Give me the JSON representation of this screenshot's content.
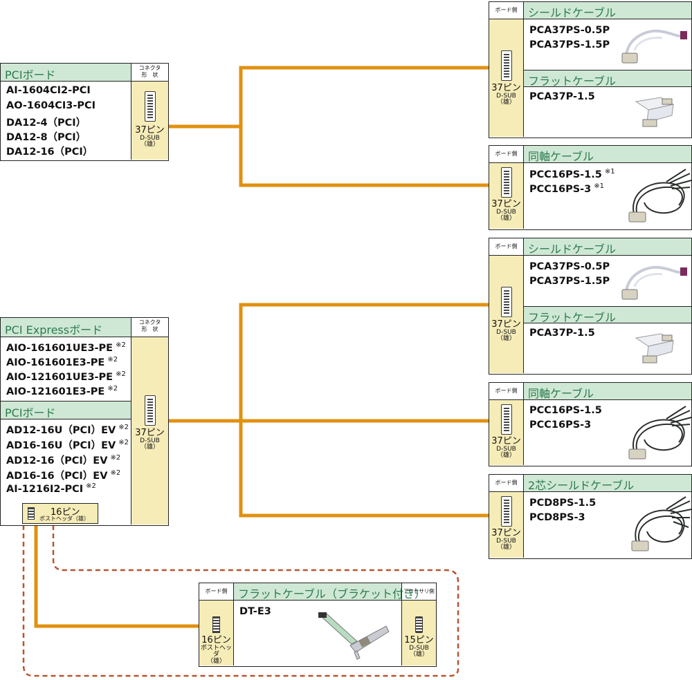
{
  "colors": {
    "line": "#e2900f",
    "dashed": "#b5542f",
    "header": "#cfe8d5",
    "connector_bg": "#f6ecb8",
    "header_text": "#2c7a4e"
  },
  "pci_board": {
    "title": "PCIボード",
    "connector_header": "コネクタ\n形　状",
    "items": [
      "AI-1604CI2-PCI",
      "AO-1604CI3-PCI",
      "DA12-4（PCI）",
      "DA12-8（PCI）",
      "DA12-16（PCI）"
    ],
    "connector": {
      "pins": "37ピン",
      "type": "D-SUB",
      "gender": "（雄）"
    }
  },
  "pcie_board": {
    "title": "PCI Expressボード",
    "connector_header": "コネクタ\n形　状",
    "items": [
      {
        "name": "AIO-161601UE3-PE",
        "note": "※2"
      },
      {
        "name": "AIO-161601E3-PE",
        "note": "※2"
      },
      {
        "name": "AIO-121601UE3-PE",
        "note": "※2"
      },
      {
        "name": "AIO-121601E3-PE",
        "note": "※2"
      }
    ],
    "pci_subtitle": "PCIボード",
    "pci_items": [
      {
        "name": "AD12-16U（PCI）EV",
        "note": "※2"
      },
      {
        "name": "AD16-16U（PCI）EV",
        "note": "※2"
      },
      {
        "name": "AD12-16（PCI）EV",
        "note": "※2"
      },
      {
        "name": "AD16-16（PCI）EV",
        "note": "※2"
      },
      {
        "name": "AI-1216I2-PCI",
        "note": "※2"
      }
    ],
    "connector": {
      "pins": "37ピン",
      "type": "D-SUB",
      "gender": "（雄）"
    },
    "post_header": {
      "pins": "16ピン",
      "label": "ポストヘッダ（雄）"
    }
  },
  "cable_groups": [
    {
      "id": "g1",
      "board_side": "ボード側",
      "connector": {
        "pins": "37ピン",
        "type": "D-SUB",
        "gender": "（雄）"
      },
      "sections": [
        {
          "title": "シールドケーブル",
          "items": [
            {
              "name": "PCA37PS-0.5P",
              "note": ""
            },
            {
              "name": "PCA37PS-1.5P",
              "note": ""
            }
          ],
          "icon": "shield-cable-icon"
        },
        {
          "title": "フラットケーブル",
          "items": [
            {
              "name": "PCA37P-1.5",
              "note": ""
            }
          ],
          "icon": "flat-cable-icon"
        }
      ]
    },
    {
      "id": "g2",
      "board_side": "ボード側",
      "connector": {
        "pins": "37ピン",
        "type": "D-SUB",
        "gender": "（雄）"
      },
      "sections": [
        {
          "title": "同軸ケーブル",
          "items": [
            {
              "name": "PCC16PS-1.5",
              "note": "※1"
            },
            {
              "name": "PCC16PS-3",
              "note": "※1"
            }
          ],
          "icon": "coax-cable-icon"
        }
      ]
    },
    {
      "id": "g3",
      "board_side": "ボード側",
      "connector": {
        "pins": "37ピン",
        "type": "D-SUB",
        "gender": "（雄）"
      },
      "sections": [
        {
          "title": "シールドケーブル",
          "items": [
            {
              "name": "PCA37PS-0.5P",
              "note": ""
            },
            {
              "name": "PCA37PS-1.5P",
              "note": ""
            }
          ],
          "icon": "shield-cable-icon"
        },
        {
          "title": "フラットケーブル",
          "items": [
            {
              "name": "PCA37P-1.5",
              "note": ""
            }
          ],
          "icon": "flat-cable-icon"
        }
      ]
    },
    {
      "id": "g4",
      "board_side": "ボード側",
      "connector": {
        "pins": "37ピン",
        "type": "D-SUB",
        "gender": "（雄）"
      },
      "sections": [
        {
          "title": "同軸ケーブル",
          "items": [
            {
              "name": "PCC16PS-1.5",
              "note": ""
            },
            {
              "name": "PCC16PS-3",
              "note": ""
            }
          ],
          "icon": "coax-cable-icon"
        }
      ]
    },
    {
      "id": "g5",
      "board_side": "ボード側",
      "connector": {
        "pins": "37ピン",
        "type": "D-SUB",
        "gender": "（雄）"
      },
      "sections": [
        {
          "title": "2芯シールドケーブル",
          "items": [
            {
              "name": "PCD8PS-1.5",
              "note": ""
            },
            {
              "name": "PCD8PS-3",
              "note": ""
            }
          ],
          "icon": "twin-shield-cable-icon"
        }
      ]
    }
  ],
  "bracket_group": {
    "board_side": "ボード側",
    "accessory_side": "アクセサリ側",
    "title": "フラットケーブル（ブラケット付き）",
    "item": "DT-E3",
    "left_connector": {
      "pins": "16ピン",
      "type": "ポストヘッダ",
      "gender": "（雄）"
    },
    "right_connector": {
      "pins": "15ピン",
      "type": "D-SUB",
      "gender": "（雄）"
    },
    "icon": "bracket-cable-icon"
  }
}
